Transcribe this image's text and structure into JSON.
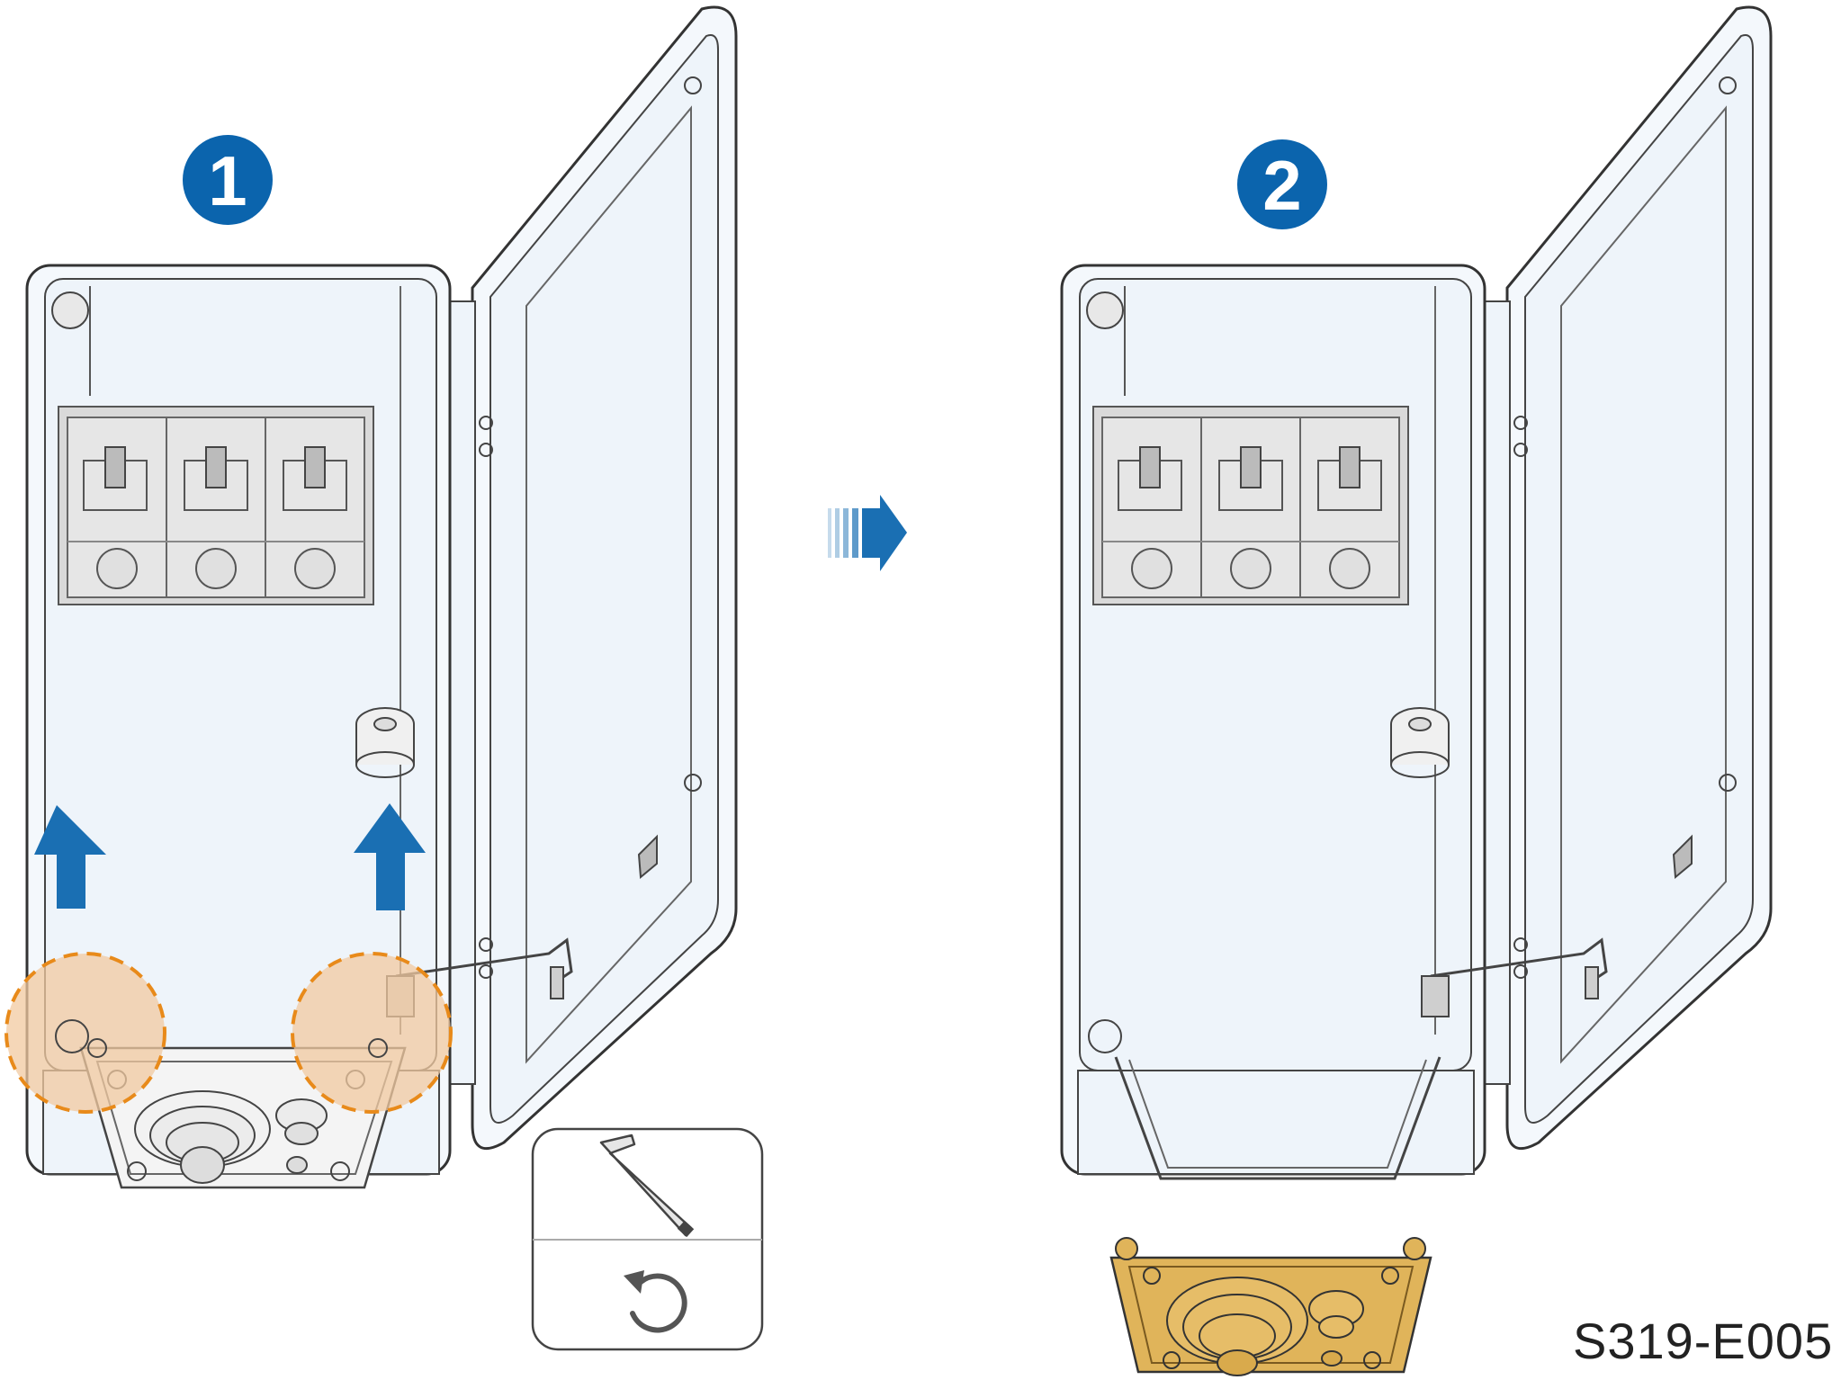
{
  "steps": [
    {
      "number": "1"
    },
    {
      "number": "2"
    }
  ],
  "figure_code": "S319-E005",
  "tool": {
    "name": "hex-key",
    "action": "rotate-counterclockwise"
  },
  "colors": {
    "step_badge": "#0b64ad",
    "arrow": "#1a6fb3",
    "highlight_fill": "#f2c9a0",
    "highlight_stroke": "#e88a1a",
    "removed_plate": "#e0b45a",
    "outline": "#333333",
    "enclosure_fill": "#eef4fa"
  }
}
